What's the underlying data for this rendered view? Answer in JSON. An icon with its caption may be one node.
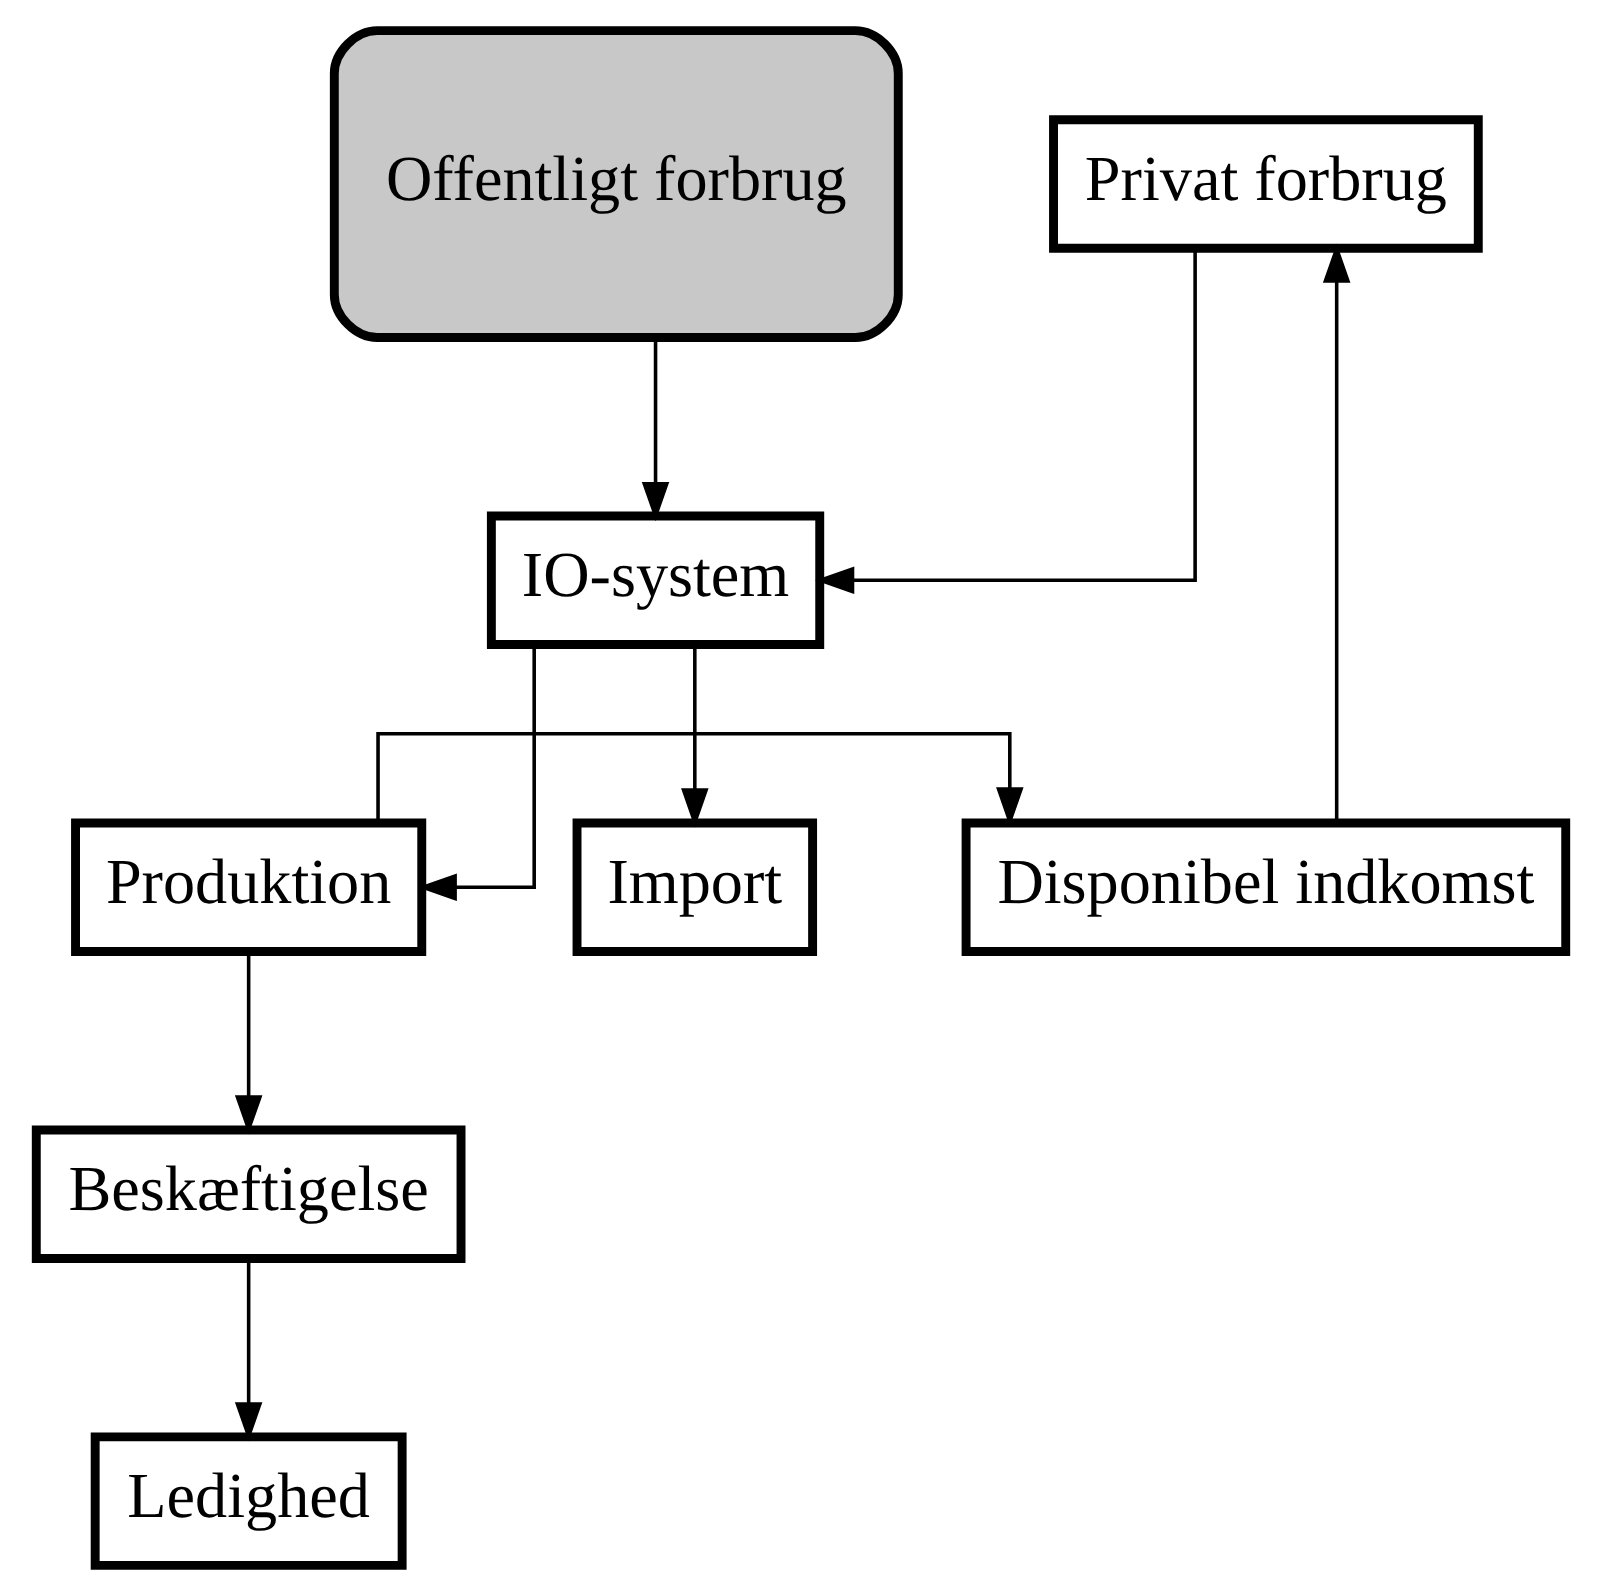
{
  "diagram": {
    "nodes": [
      {
        "text": [
          "Privat forbrug"
        ]
      },
      {
        "text": [
          "Offentligt forbrug"
        ]
      },
      {
        "text": [
          "IO-system"
        ]
      },
      {
        "text": [
          "Disponibel indkomst"
        ]
      },
      {
        "text": [
          "Produktion"
        ]
      },
      {
        "text": [
          "Import"
        ]
      },
      {
        "text": [
          "Beskæftigelse"
        ]
      },
      {
        "text": [
          "Ledighed"
        ]
      }
    ],
    "edges": [
      {
        "from": 0,
        "to": 2,
        "arrow": "to"
      },
      {
        "from": 1,
        "to": 2,
        "arrow": "to"
      },
      {
        "from": 2,
        "to": 4,
        "arrow": "to"
      },
      {
        "from": 2,
        "to": 5,
        "arrow": "to"
      },
      {
        "from": 4,
        "to": 3,
        "arrow": "to"
      },
      {
        "from": 3,
        "to": 0,
        "arrow": "to"
      },
      {
        "from": 4,
        "to": 6,
        "arrow": "to"
      },
      {
        "from": 6,
        "to": 7,
        "arrow": "to"
      }
    ]
  }
}
